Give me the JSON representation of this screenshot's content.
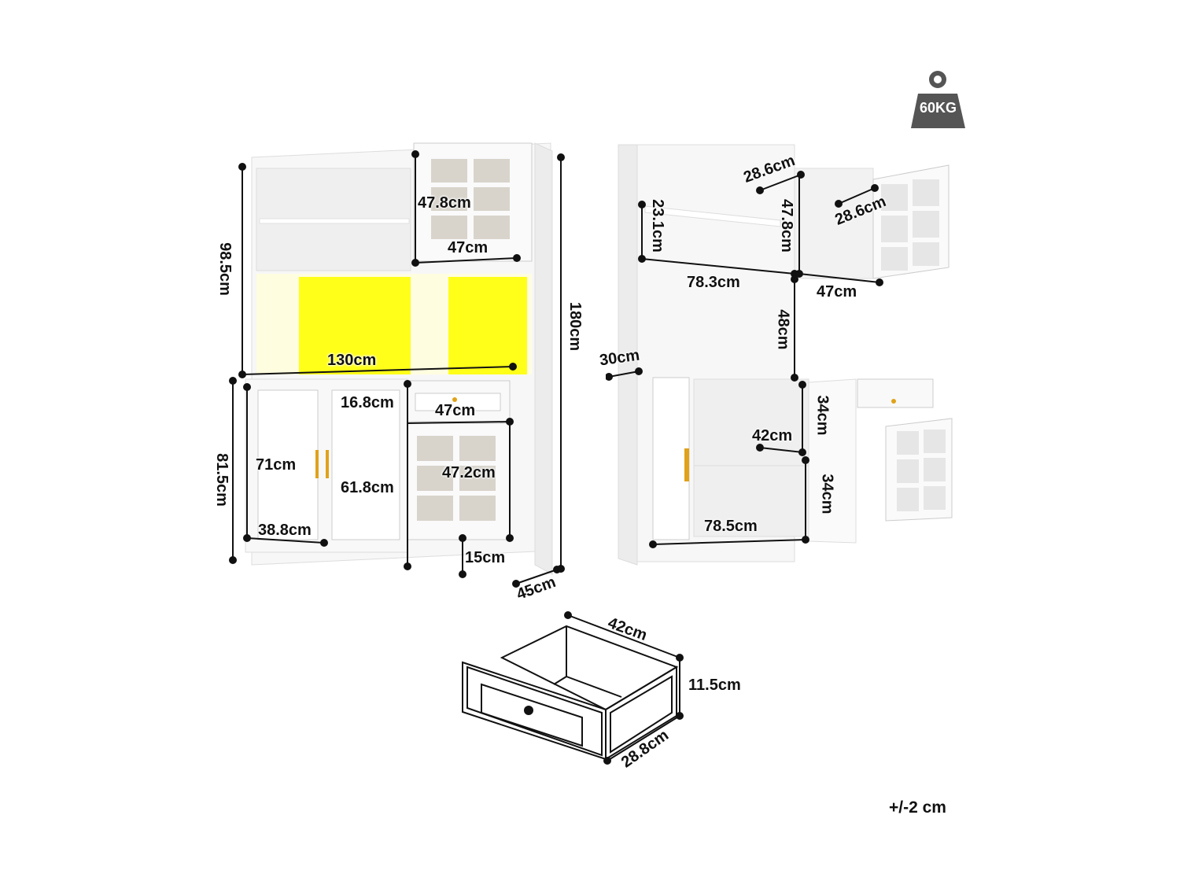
{
  "weight_badge": {
    "label": "60KG",
    "icon": "weight-icon",
    "color": "#555555"
  },
  "tolerance": "+/-2 cm",
  "colors": {
    "led_glow": "#FFFF1A",
    "cabinet": "#F4F4F4",
    "outline": "#111111",
    "handle": "#E0A21A"
  },
  "front_view": {
    "dimensions": {
      "upper_height": "98.5cm",
      "total_height": "180cm",
      "width": "130cm",
      "upper_door_height": "47.8cm",
      "upper_door_width": "47cm",
      "lower_height": "81.5cm",
      "drawer_height": "16.8cm",
      "drawer_width": "47cm",
      "left_door_height": "71cm",
      "inner_door_height": "61.8cm",
      "glass_door_height": "47.2cm",
      "left_door_width": "38.8cm",
      "leg_height": "15cm",
      "depth": "45cm"
    }
  },
  "side_view": {
    "dimensions": {
      "top_shelf_depth": "28.6cm",
      "shelf_height": "23.1cm",
      "compartment_height": "47.8cm",
      "cabinet_depth": "28.6cm",
      "open_width": "78.3cm",
      "door_section_width": "47cm",
      "led_section_height": "48cm",
      "counter_depth": "30cm",
      "lower_shelf_top_height": "34cm",
      "lower_shelf_depth": "42cm",
      "lower_shelf_bottom_height": "34cm",
      "lower_width": "78.5cm"
    }
  },
  "drawer_view": {
    "dimensions": {
      "width": "42cm",
      "height": "11.5cm",
      "depth": "28.8cm"
    }
  }
}
